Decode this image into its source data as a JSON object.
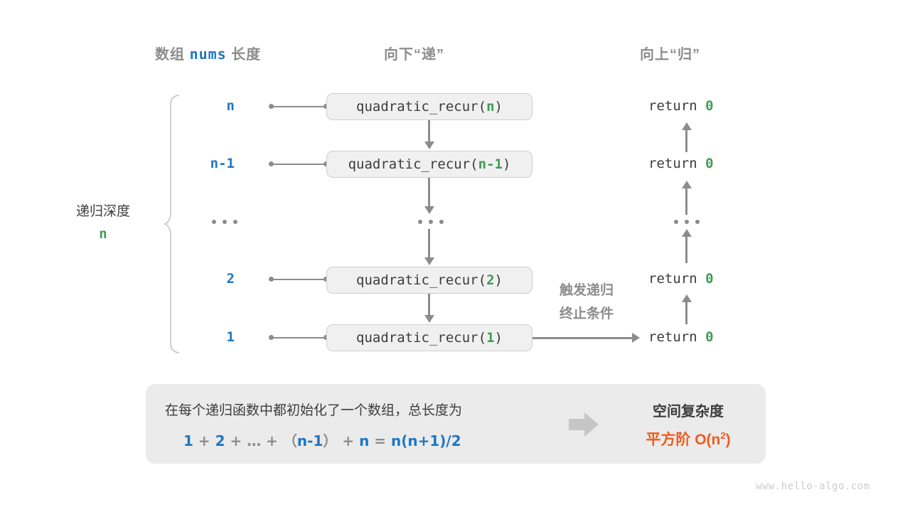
{
  "headers": {
    "left_prefix": "数组 ",
    "left_code": "nums",
    "left_suffix": " 长度",
    "middle": "向下“递”",
    "right": "向上“归”"
  },
  "depth_brace": {
    "title": "递归深度",
    "value": "n"
  },
  "rows": [
    {
      "depth": "n",
      "call_prefix": "quadratic_recur(",
      "call_arg": "n",
      "call_suffix": ")",
      "return_text": "return ",
      "return_value": "0",
      "type": "node"
    },
    {
      "depth": "n-1",
      "call_prefix": "quadratic_recur(",
      "call_arg": "n-1",
      "call_suffix": ")",
      "return_text": "return ",
      "return_value": "0",
      "type": "node"
    },
    {
      "depth": "...",
      "call_prefix": "",
      "call_arg": "",
      "call_suffix": "",
      "return_text": "",
      "return_value": "",
      "type": "ellipsis"
    },
    {
      "depth": "2",
      "call_prefix": "quadratic_recur(",
      "call_arg": "2",
      "call_suffix": ")",
      "return_text": "return ",
      "return_value": "0",
      "type": "node"
    },
    {
      "depth": "1",
      "call_prefix": "quadratic_recur(",
      "call_arg": "1",
      "call_suffix": ")",
      "return_text": "return ",
      "return_value": "0",
      "type": "node"
    }
  ],
  "trigger_note": {
    "line1": "触发递归",
    "line2": "终止条件"
  },
  "summary": {
    "line1": "在每个递归函数中都初始化了一个数组，总长度为",
    "formula": {
      "t1": "1",
      "o1": " + ",
      "t2": "2",
      "o2": " + ",
      "t3": "…",
      "o3": " + （",
      "t4": "n-1",
      "o4": "） + ",
      "t5": "n",
      "o5": " = ",
      "t6": "n(n+1)/2"
    },
    "title": "空间复杂度",
    "result_prefix": "平方阶 O(n",
    "result_sup": "2",
    "result_suffix": ")"
  },
  "watermark": "www.hello-algo.com",
  "colors": {
    "blue": "#1f77c4",
    "green": "#3f9b52",
    "orange": "#ef5b1f",
    "gray_text": "#3c3c3c",
    "gray_muted": "#8c8c8c",
    "box_fill": "#f0f0f0",
    "panel_fill": "#ebebeb"
  }
}
